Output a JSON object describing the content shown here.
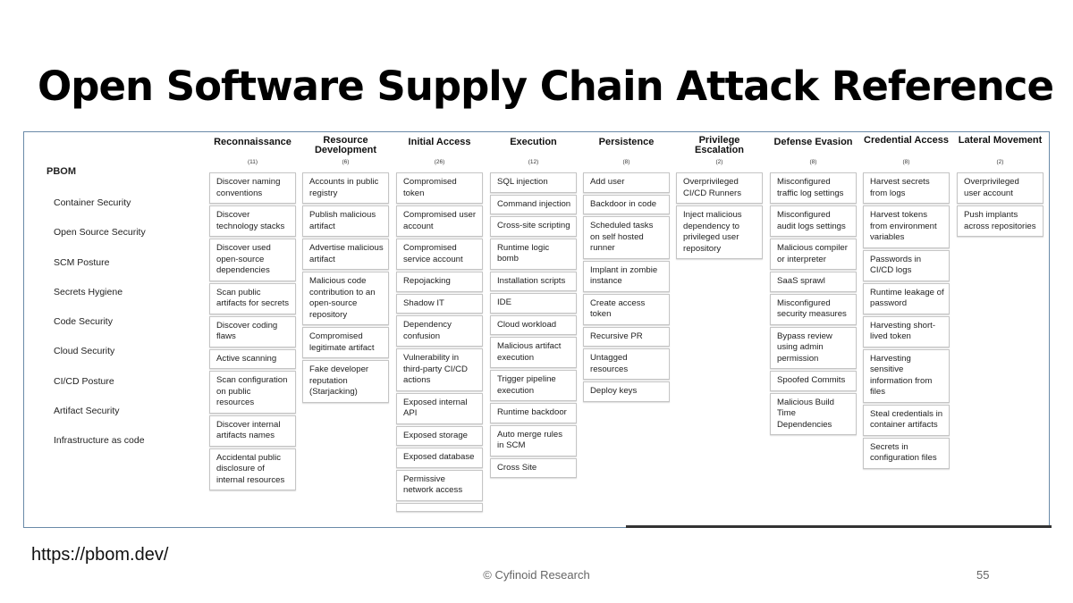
{
  "slide": {
    "title": "Open Software Supply Chain Attack Reference",
    "url": "https://pbom.dev/",
    "footer": "© Cyfinoid Research",
    "page_number": "55"
  },
  "sidebar": {
    "heading": "PBOM",
    "items": [
      "Container Security",
      "Open Source Security",
      "SCM Posture",
      "Secrets Hygiene",
      "Code Security",
      "Cloud Security",
      "CI/CD Posture",
      "Artifact Security",
      "Infrastructure as code"
    ]
  },
  "columns": [
    {
      "title": "Reconnaissance",
      "count": "(11)",
      "items": [
        "Discover naming conventions",
        "Discover technology stacks",
        "Discover used open-source dependencies",
        "Scan public artifacts for secrets",
        "Discover coding flaws",
        "Active scanning",
        "Scan configuration on public resources",
        "Discover internal artifacts names",
        "Accidental public disclosure of internal resources"
      ]
    },
    {
      "title": "Resource Development",
      "count": "(6)",
      "items": [
        "Accounts in public registry",
        "Publish malicious artifact",
        "Advertise malicious artifact",
        "Malicious code contribution to an open-source repository",
        "Compromised legitimate artifact",
        "Fake developer reputation (Starjacking)"
      ]
    },
    {
      "title": "Initial Access",
      "count": "(26)",
      "items": [
        "Compromised token",
        "Compromised user account",
        "Compromised service account",
        "Repojacking",
        "Shadow IT",
        "Dependency confusion",
        "Vulnerability in third-party CI/CD actions",
        "Exposed internal API",
        "Exposed storage",
        "Exposed database",
        "Permissive network access",
        ""
      ]
    },
    {
      "title": "Execution",
      "count": "(12)",
      "items": [
        "SQL injection",
        "Command injection",
        "Cross-site scripting",
        "Runtime logic bomb",
        "Installation scripts",
        "IDE",
        "Cloud workload",
        "Malicious artifact execution",
        "Trigger pipeline execution",
        "Runtime backdoor",
        "Auto merge rules in SCM",
        "Cross Site"
      ]
    },
    {
      "title": "Persistence",
      "count": "(8)",
      "items": [
        "Add user",
        "Backdoor in code",
        "Scheduled tasks on self hosted runner",
        "Implant in zombie instance",
        "Create access token",
        "Recursive PR",
        "Untagged resources",
        "Deploy keys"
      ]
    },
    {
      "title": "Privilege Escalation",
      "count": "(2)",
      "items": [
        "Overprivileged CI/CD Runners",
        "Inject malicious dependency to privileged user repository"
      ]
    },
    {
      "title": "Defense Evasion",
      "count": "(8)",
      "items": [
        "Misconfigured traffic log settings",
        "Misconfigured audit logs settings",
        "Malicious compiler or interpreter",
        "SaaS sprawl",
        "Misconfigured security measures",
        "Bypass review using admin permission",
        "Spoofed Commits",
        "Malicious Build Time Dependencies"
      ]
    },
    {
      "title": "Credential Access",
      "count": "(8)",
      "items": [
        "Harvest secrets from logs",
        "Harvest tokens from environment variables",
        "Passwords in CI/CD logs",
        "Runtime leakage of password",
        "Harvesting short-lived token",
        "Harvesting sensitive information from files",
        "Steal credentials in container artifacts",
        "Secrets in configuration files"
      ]
    },
    {
      "title": "Lateral Movement",
      "count": "(2)",
      "items": [
        "Overprivileged user account",
        "Push implants across repositories"
      ]
    }
  ]
}
